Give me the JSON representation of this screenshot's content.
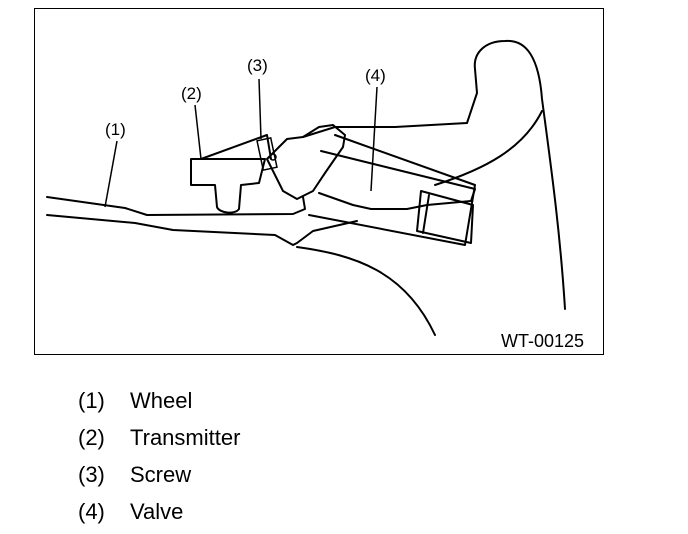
{
  "figure": {
    "code": "WT-00125",
    "callouts": [
      {
        "number": "(1)"
      },
      {
        "number": "(2)"
      },
      {
        "number": "(3)"
      },
      {
        "number": "(4)"
      }
    ]
  },
  "legend": [
    {
      "number": "(1)",
      "label": "Wheel"
    },
    {
      "number": "(2)",
      "label": "Transmitter"
    },
    {
      "number": "(3)",
      "label": "Screw"
    },
    {
      "number": "(4)",
      "label": "Valve"
    }
  ]
}
